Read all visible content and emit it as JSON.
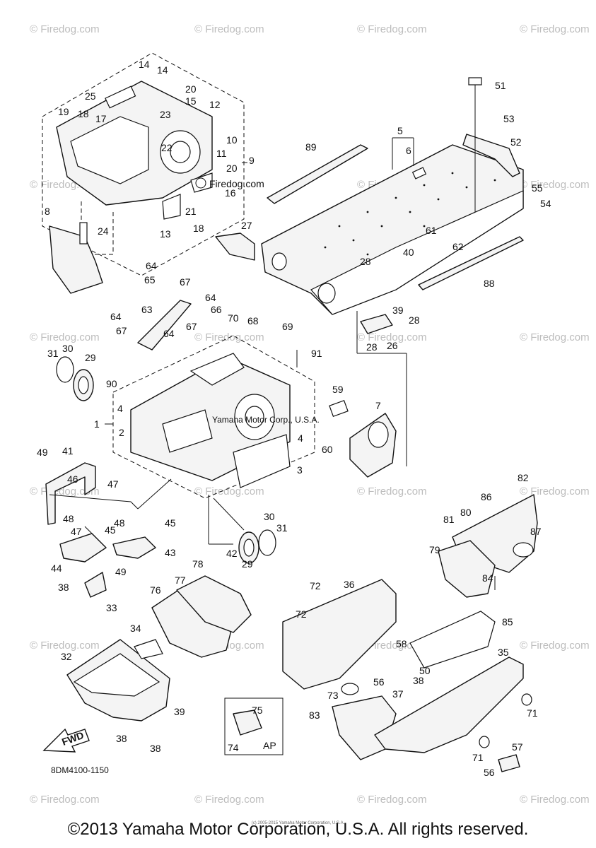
{
  "watermark": "© Firedog.com",
  "site_label": "Firedog.com",
  "diagram_watermark": "Yamaha Motor Corp., U.S.A.",
  "diagram_code": "8DM4100-1150",
  "fwd_label": "FWD",
  "ap_label": "AP",
  "copyright_small": "(c) 2005-2015 Yamaha Motor Corporation, U.S.A.",
  "copyright": "©2013 Yamaha Motor Corporation, U.S.A. All rights reserved.",
  "callouts": [
    "14",
    "14",
    "20",
    "25",
    "23",
    "15",
    "12",
    "19",
    "18",
    "17",
    "10",
    "22",
    "9",
    "11",
    "20",
    "16",
    "21",
    "13",
    "18",
    "8",
    "24",
    "27",
    "51",
    "5",
    "6",
    "89",
    "53",
    "52",
    "55",
    "54",
    "61",
    "40",
    "62",
    "28",
    "88",
    "39",
    "28",
    "28",
    "26",
    "64",
    "65",
    "67",
    "64",
    "66",
    "63",
    "70",
    "68",
    "69",
    "64",
    "67",
    "67",
    "64",
    "91",
    "31",
    "30",
    "29",
    "90",
    "4",
    "1",
    "2",
    "4",
    "3",
    "59",
    "7",
    "60",
    "49",
    "41",
    "46",
    "47",
    "48",
    "48",
    "47",
    "45",
    "45",
    "43",
    "44",
    "49",
    "30",
    "31",
    "42",
    "29",
    "38",
    "33",
    "78",
    "77",
    "76",
    "36",
    "72",
    "72",
    "34",
    "32",
    "39",
    "38",
    "38",
    "58",
    "56",
    "73",
    "37",
    "38",
    "50",
    "83",
    "75",
    "74",
    "82",
    "86",
    "81",
    "80",
    "87",
    "79",
    "84",
    "85",
    "35",
    "71",
    "71",
    "57",
    "56"
  ]
}
